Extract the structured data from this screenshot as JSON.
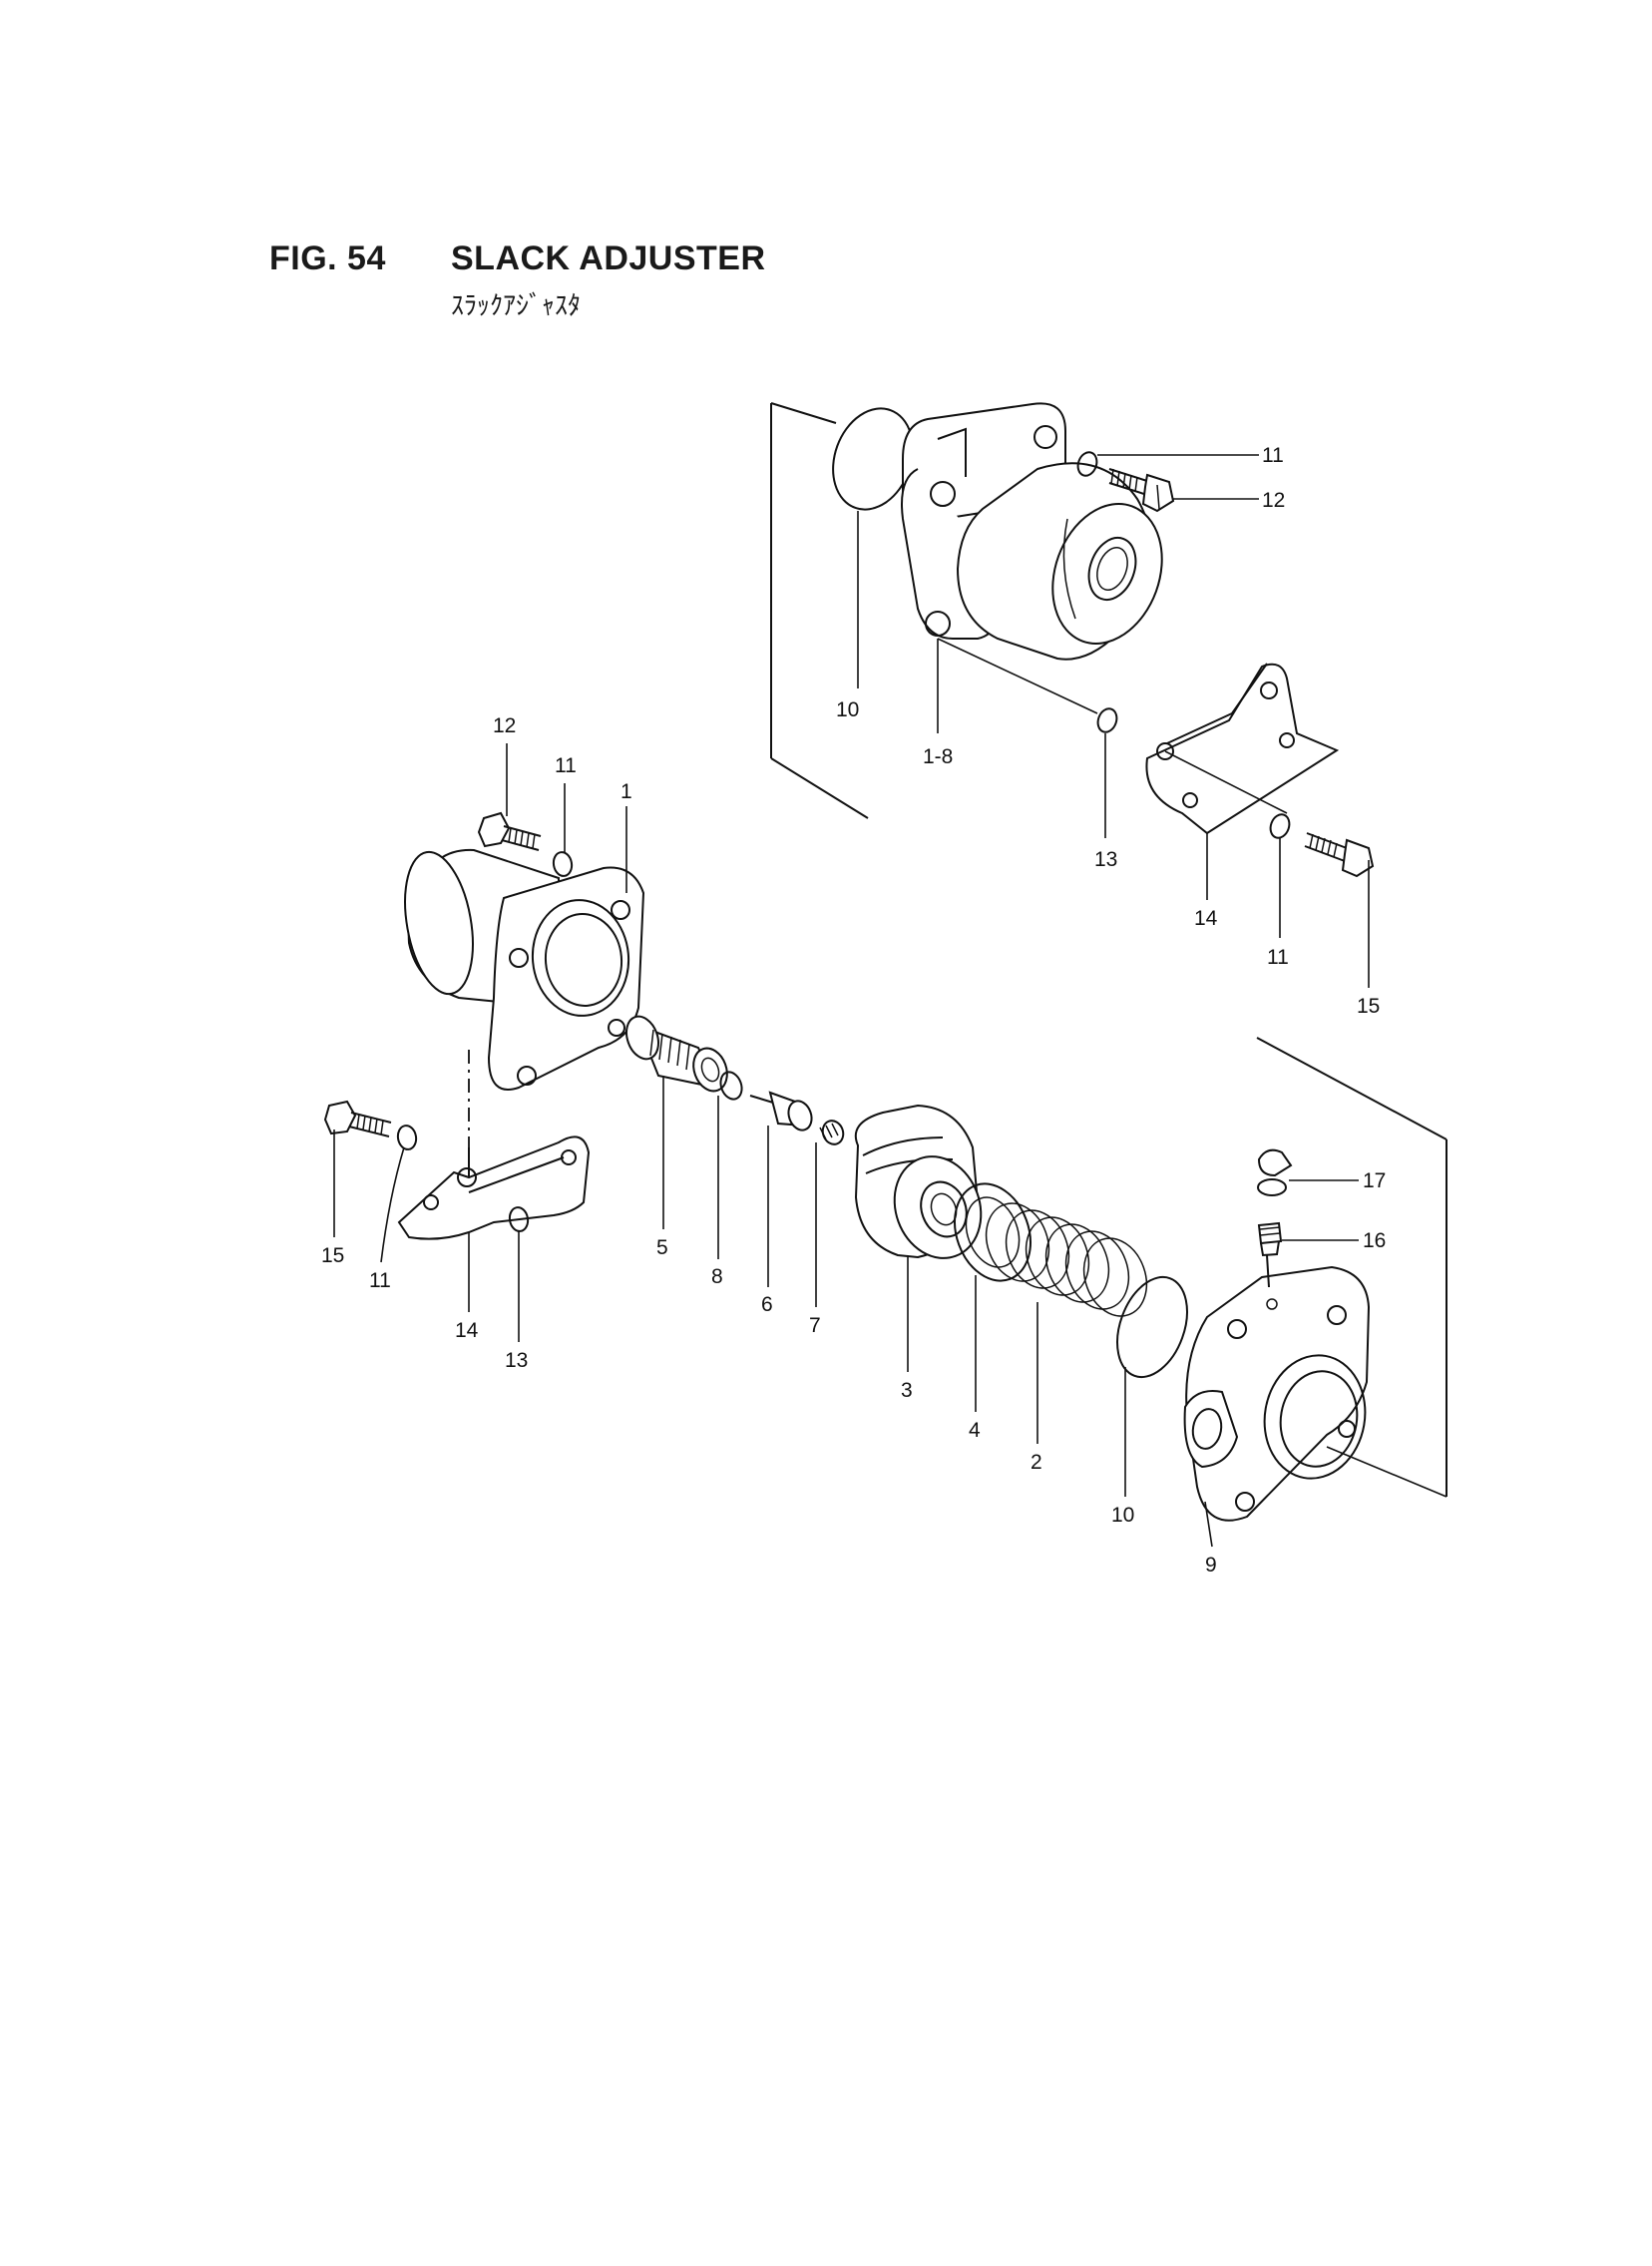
{
  "figure": {
    "number_label": "FIG. 54",
    "title": "SLACK ADJUSTER",
    "title_jp": "ｽﾗｯｸｱｼﾞｬｽﾀ"
  },
  "callouts": {
    "c_11_top": "11",
    "c_12_top": "12",
    "c_10_top": "10",
    "c_1_8": "1-8",
    "c_13_right": "13",
    "c_14_right": "14",
    "c_11_right": "11",
    "c_15_right": "15",
    "c_12_left": "12",
    "c_11_left": "11",
    "c_1": "1",
    "c_15_left": "15",
    "c_11_left_low": "11",
    "c_14_left": "14",
    "c_13_left": "13",
    "c_5": "5",
    "c_8": "8",
    "c_6": "6",
    "c_7": "7",
    "c_3": "3",
    "c_4": "4",
    "c_2": "2",
    "c_10_bottom": "10",
    "c_9": "9",
    "c_17": "17",
    "c_16": "16"
  }
}
